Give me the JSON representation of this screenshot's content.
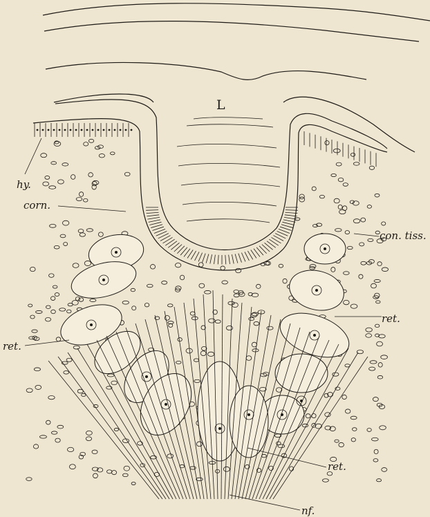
{
  "figure": {
    "labels": {
      "lens": "L",
      "hypodermis": "hy.",
      "cornea": "corn.",
      "connective_tissue": "con. tiss.",
      "retinula_left": "ret.",
      "retinula_right": "ret.",
      "retinula_bottom": "ret.",
      "nerve_fibres": "nf."
    }
  },
  "colors": {
    "paper": "#efe6d1",
    "ink": "#1e1b17"
  }
}
